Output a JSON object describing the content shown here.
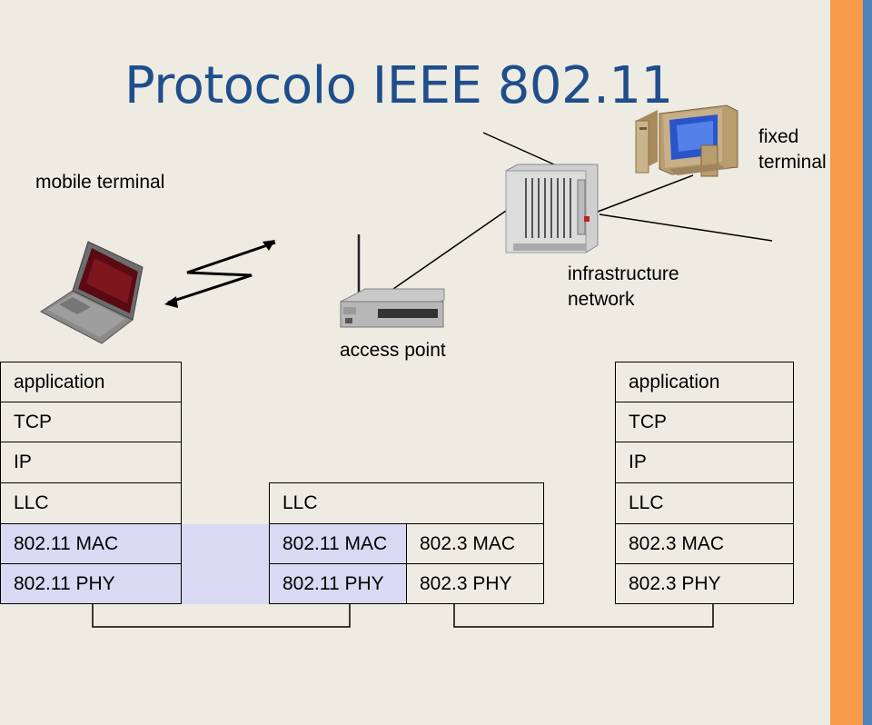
{
  "title": "Protocolo IEEE 802.11",
  "labels": {
    "mobile_terminal": "mobile terminal",
    "fixed_terminal_1": "fixed",
    "fixed_terminal_2": "terminal",
    "infrastructure_1": "infrastructure",
    "infrastructure_2": "network",
    "access_point": "access point"
  },
  "mobile_stack": [
    "application",
    "TCP",
    "IP",
    "LLC",
    "802.11 MAC",
    "802.11 PHY"
  ],
  "ap_stack": {
    "llc": "LLC",
    "wifi_mac": "802.11 MAC",
    "wifi_phy": "802.11 PHY",
    "eth_mac": "802.3 MAC",
    "eth_phy": "802.3 PHY"
  },
  "fixed_stack": [
    "application",
    "TCP",
    "IP",
    "LLC",
    "802.3 MAC",
    "802.3 PHY"
  ],
  "colors": {
    "title": "#1f4e8c",
    "background": "#eeebe2",
    "highlight": "#d9d9f3",
    "accent_orange": "#f79a49",
    "accent_blue": "#4f81bd"
  },
  "icons": [
    "laptop-icon",
    "wireless-link-icon",
    "access-point-icon",
    "switch-rack-icon",
    "desktop-computer-icon"
  ]
}
